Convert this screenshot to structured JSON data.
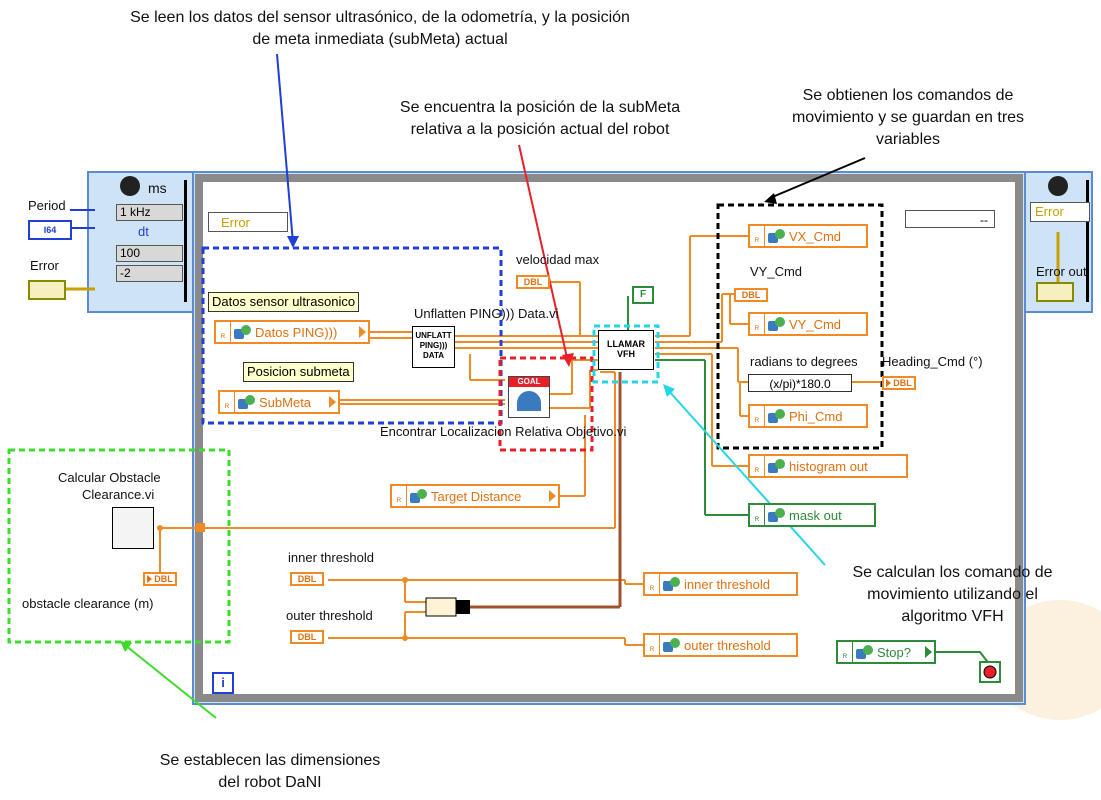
{
  "annotations": {
    "top_left_line1": "Se leen los datos del sensor ultrasónico, de la odometría, y la posición",
    "top_left_line2": "de meta inmediata (subMeta)  actual",
    "middle_line1": "Se encuentra la posición de la subMeta",
    "middle_line2": "relativa a la posición actual del robot",
    "right_line1": "Se obtienen los comandos de",
    "right_line2": "movimiento y se guardan en tres",
    "right_line3": "variables",
    "vfh_line1": "Se calculan los comando de",
    "vfh_line2": "movimiento utilizando el",
    "vfh_line3": "algoritmo VFH",
    "bottom_line1": "Se establecen las dimensiones",
    "bottom_line2": "del robot DaNI"
  },
  "timing_panel": {
    "unit": "ms",
    "period_label": "Period",
    "period_value": "I64",
    "rate": "1 kHz",
    "dt": "dt",
    "value_100": "100",
    "value_neg2": "-2",
    "error_label": "Error"
  },
  "right_panel": {
    "error": "Error",
    "error_out": "Error out"
  },
  "loop": {
    "error_terminal": "Error",
    "iteration": "i",
    "bool_const": "F",
    "dash": "--"
  },
  "labels": {
    "velocidad_max": "velocidad max",
    "datos_sensor": "Datos sensor ultrasonico",
    "posicion_submeta": "Posicion submeta",
    "unflatten": "Unflatten PING))) Data.vi",
    "encontrar": "Encontrar Localizacion Relativa Objetivo.vi",
    "vy_cmd": "VY_Cmd",
    "radians": "radians to degrees",
    "heading": "Heading_Cmd (°)",
    "calcular1": "Calcular Obstacle",
    "calcular2": "Clearance.vi",
    "obstacle": "obstacle clearance (m)",
    "inner": "inner threshold",
    "outer": "outer threshold",
    "formula": "(x/pi)*180.0"
  },
  "nodes": {
    "datos_ping": "Datos PING)))",
    "submeta": "SubMeta",
    "vx": "VX_Cmd",
    "vy": "VY_Cmd",
    "phi": "Phi_Cmd",
    "histogram": "histogram out",
    "mask": "mask out",
    "target": "Target Distance",
    "inner": "inner threshold",
    "outer": "outer threshold",
    "stop": "Stop?"
  },
  "subvis": {
    "unflatten_line1": "UNFLATT",
    "unflatten_line2": "PING)))",
    "unflatten_line3": "DATA",
    "llamar_line1": "LLAMAR",
    "llamar_line2": "VFH",
    "goal": "GOAL"
  },
  "dbl": "DBL",
  "colors": {
    "orange_wire": "#f08a24",
    "blue_box": "#1f3fd6",
    "red_box": "#e8202a",
    "black_box": "#000000",
    "green_box": "#3ddc2b",
    "cyan_box": "#22d6e6"
  }
}
